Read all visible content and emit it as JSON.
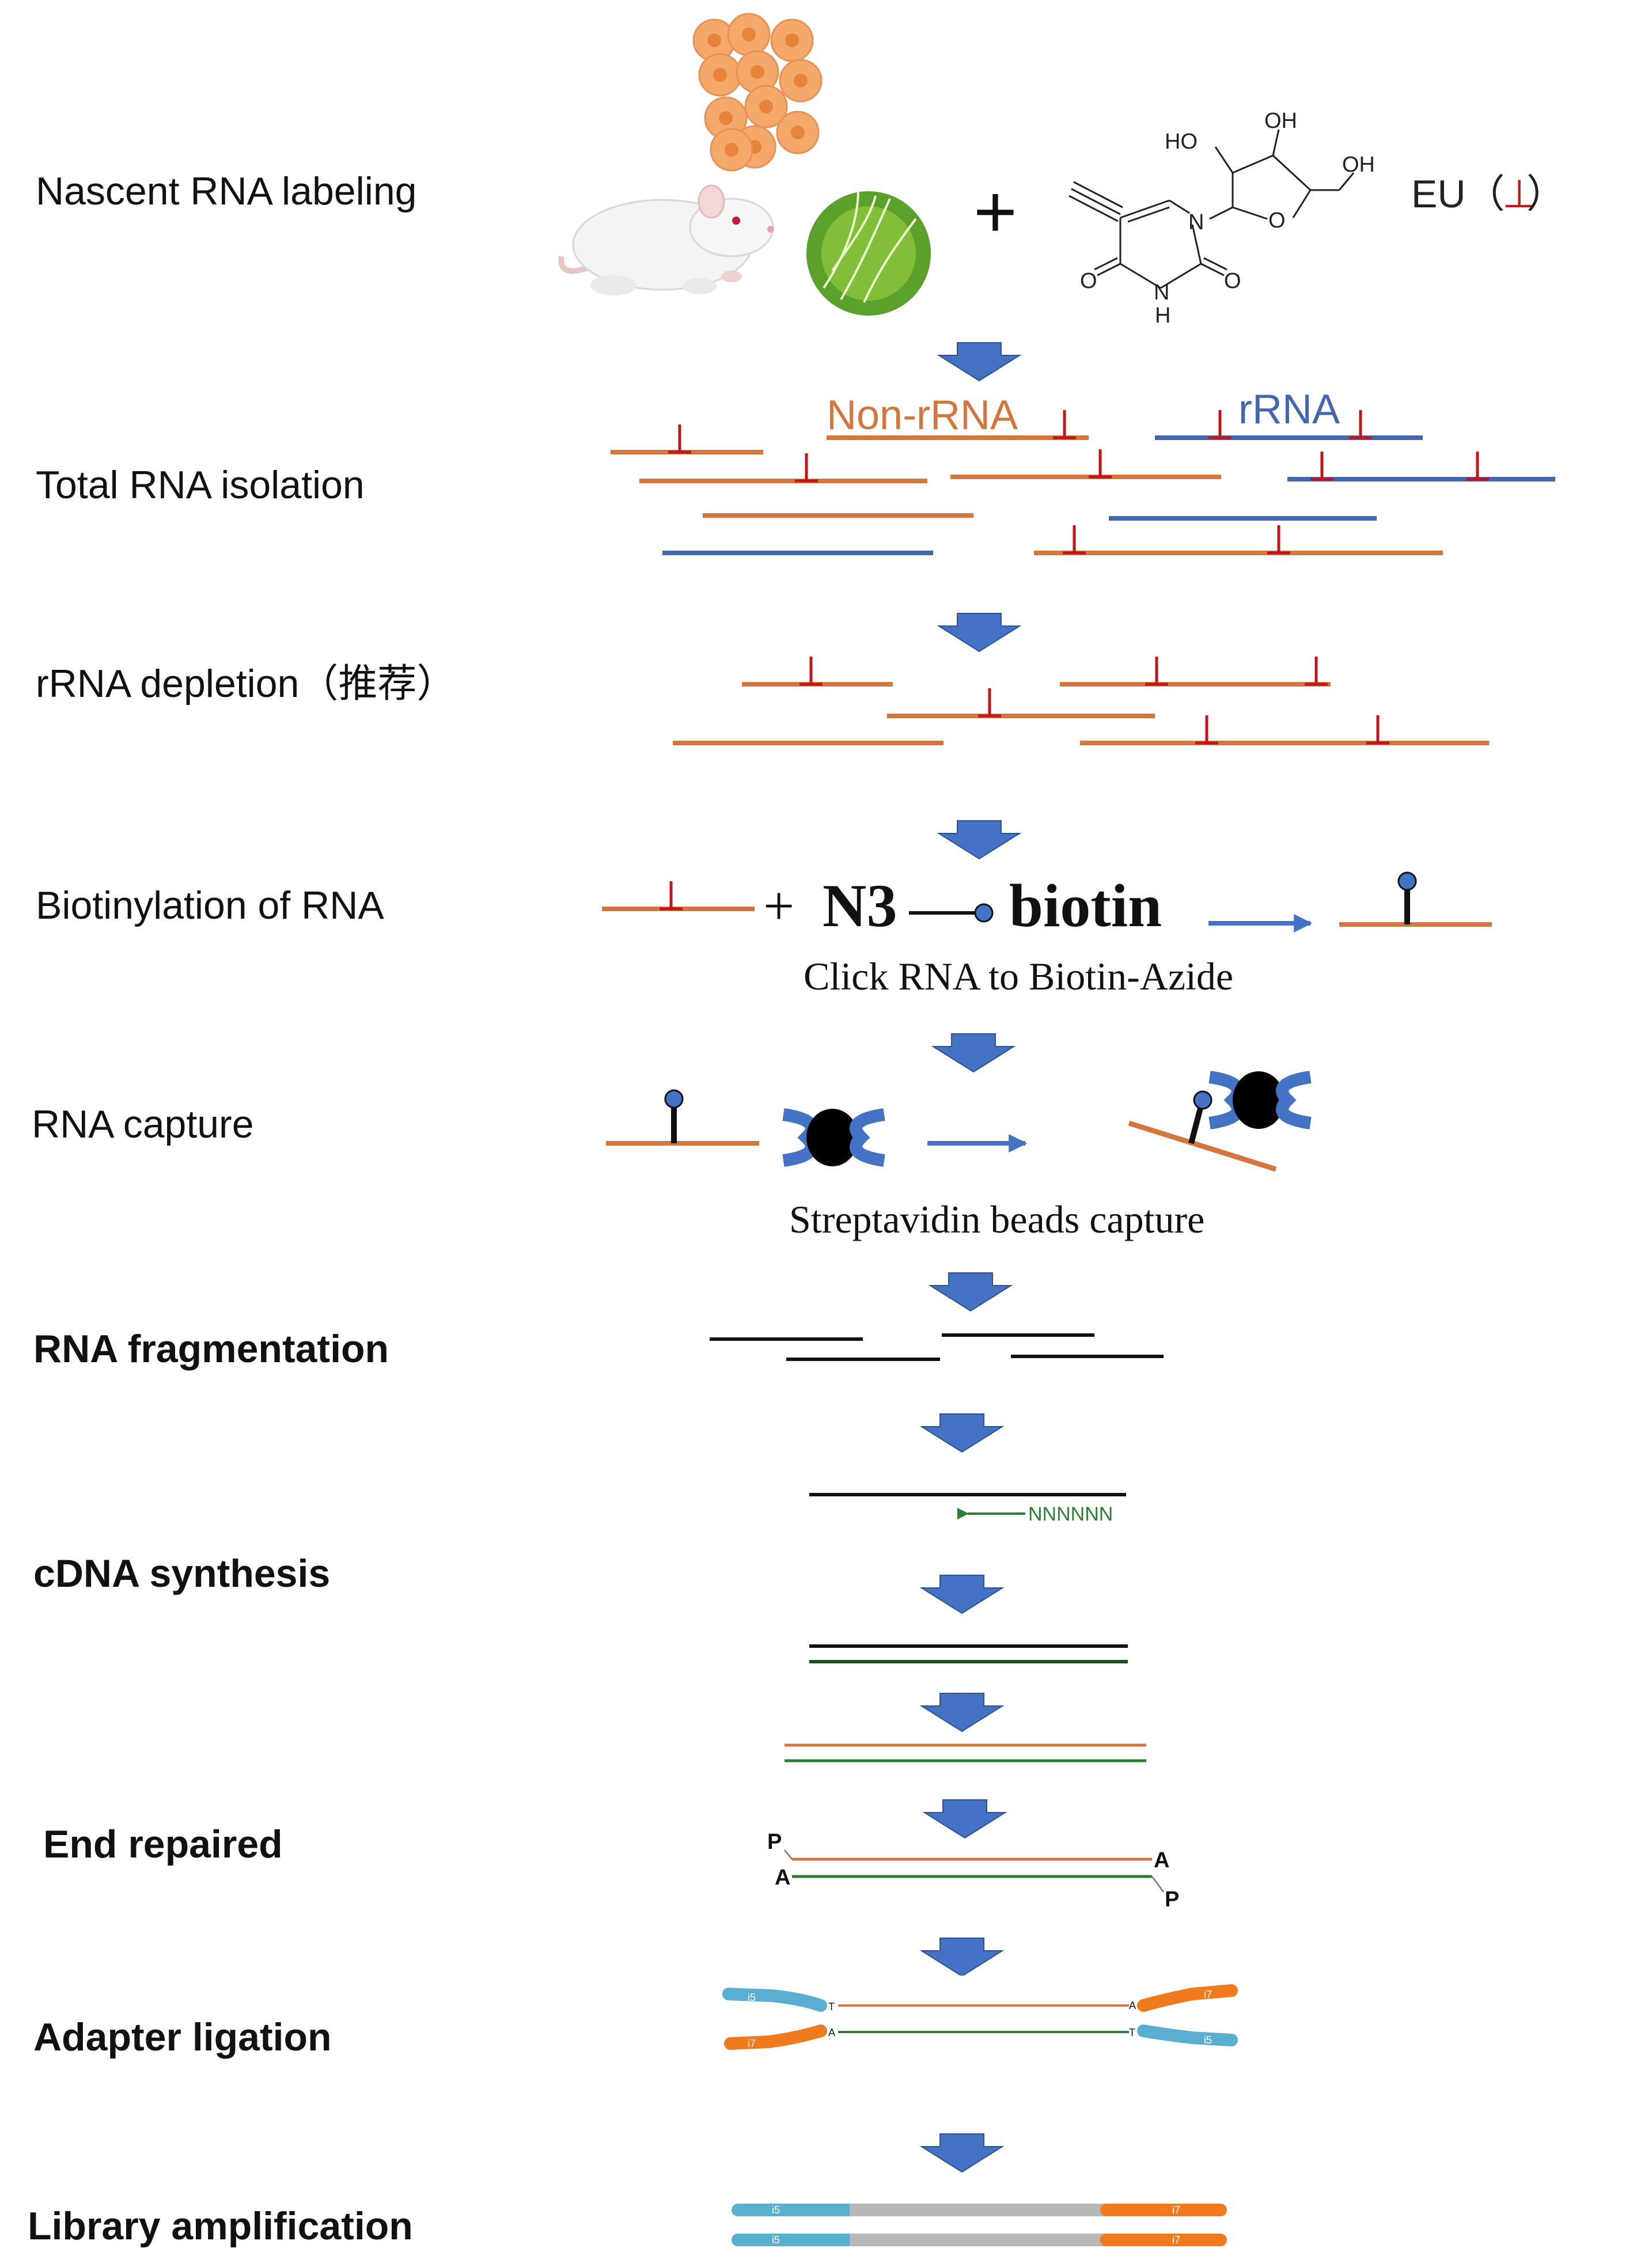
{
  "colors": {
    "non_rrna": "#d4773f",
    "rrna": "#4666b0",
    "marker": "#c0161b",
    "arrow": "#4472c4",
    "primer": "#2e7d32",
    "adapter_i5": "#5aaed0",
    "adapter_i7": "#f07a1e",
    "insert_gray": "#b8b8b8",
    "cell": "#f4a86a",
    "bead": "#000000"
  },
  "steps": [
    {
      "label": "Nascent RNA labeling"
    },
    {
      "label": "Total RNA isolation"
    },
    {
      "label": "rRNA depletion（推荐）"
    },
    {
      "label": "Biotinylation of RNA"
    },
    {
      "label": "RNA capture"
    },
    {
      "label": "RNA fragmentation"
    },
    {
      "label": "cDNA synthesis"
    },
    {
      "label": "End repaired"
    },
    {
      "label": "Adapter ligation"
    },
    {
      "label": "Library amplification"
    }
  ],
  "labeling": {
    "plus": "+",
    "eu_label": "EU（",
    "eu_symbol": "⊥",
    "eu_close": "）",
    "molecule": {
      "ho": "HO",
      "oh_top": "OH",
      "oh_right": "OH",
      "n1": "N",
      "n3": "N",
      "h": "H",
      "o_ring": "O",
      "o_left": "O",
      "o_right": "O"
    }
  },
  "isolation": {
    "non_rrna_label": "Non-rRNA",
    "rrna_label": "rRNA"
  },
  "biotinylation": {
    "plus": "+",
    "n3": "N3",
    "biotin": "biotin",
    "caption": "Click RNA to Biotin-Azide"
  },
  "capture": {
    "caption": "Streptavidin beads capture"
  },
  "cdna": {
    "primer": "NNNNNN"
  },
  "end_repair": {
    "p_left": "P",
    "a_left": "A",
    "a_right": "A",
    "p_right": "P"
  },
  "adapter": {
    "i5": "i5",
    "i7": "i7",
    "t": "T",
    "a": "A"
  },
  "library": {
    "i5": "i5",
    "i7": "i7"
  }
}
